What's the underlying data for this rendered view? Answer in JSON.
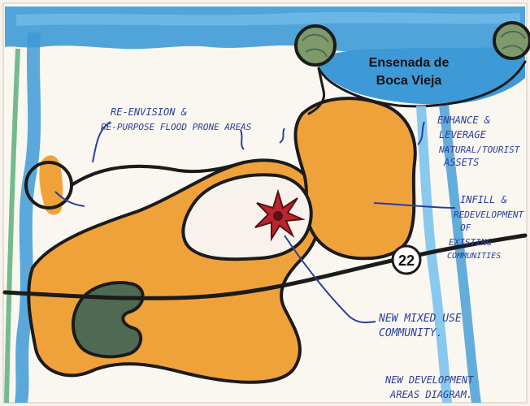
{
  "bay_label": {
    "line1": "Ensenada de",
    "line2": "Boca Vieja"
  },
  "route_number": "22",
  "annotations": {
    "reenvision": {
      "line1": "RE-ENVISION &",
      "line2": "RE-PURPOSE FLOOD PRONE AREAS"
    },
    "enhance": {
      "line1": "ENHANCE &",
      "line2": "LEVERAGE",
      "line3": "NATURAL/TOURIST",
      "line4": "ASSETS"
    },
    "infill": {
      "line1": "INFILL &",
      "line2": "REDEVELOPMENT",
      "line3": "OF",
      "line4": "EXISTING",
      "line5": "COMMUNITIES"
    },
    "mixed_use": {
      "line1": "NEW MIXED USE",
      "line2": "COMMUNITY."
    },
    "diagram_title": {
      "line1": "NEW DEVELOPMENT",
      "line2": "AREAS DIAGRAM."
    }
  },
  "colors": {
    "paper": "#f7f3ec",
    "water": "#3e9ad6",
    "water_light": "#7cc3ec",
    "development": "#f0a23a",
    "development_dark": "#e08a1e",
    "green_area": "#4f6a52",
    "trees": "#7e9a6a",
    "ink": "#1b1b1b",
    "blue_ink": "#2a3f9a",
    "starburst": "#b8262d"
  }
}
